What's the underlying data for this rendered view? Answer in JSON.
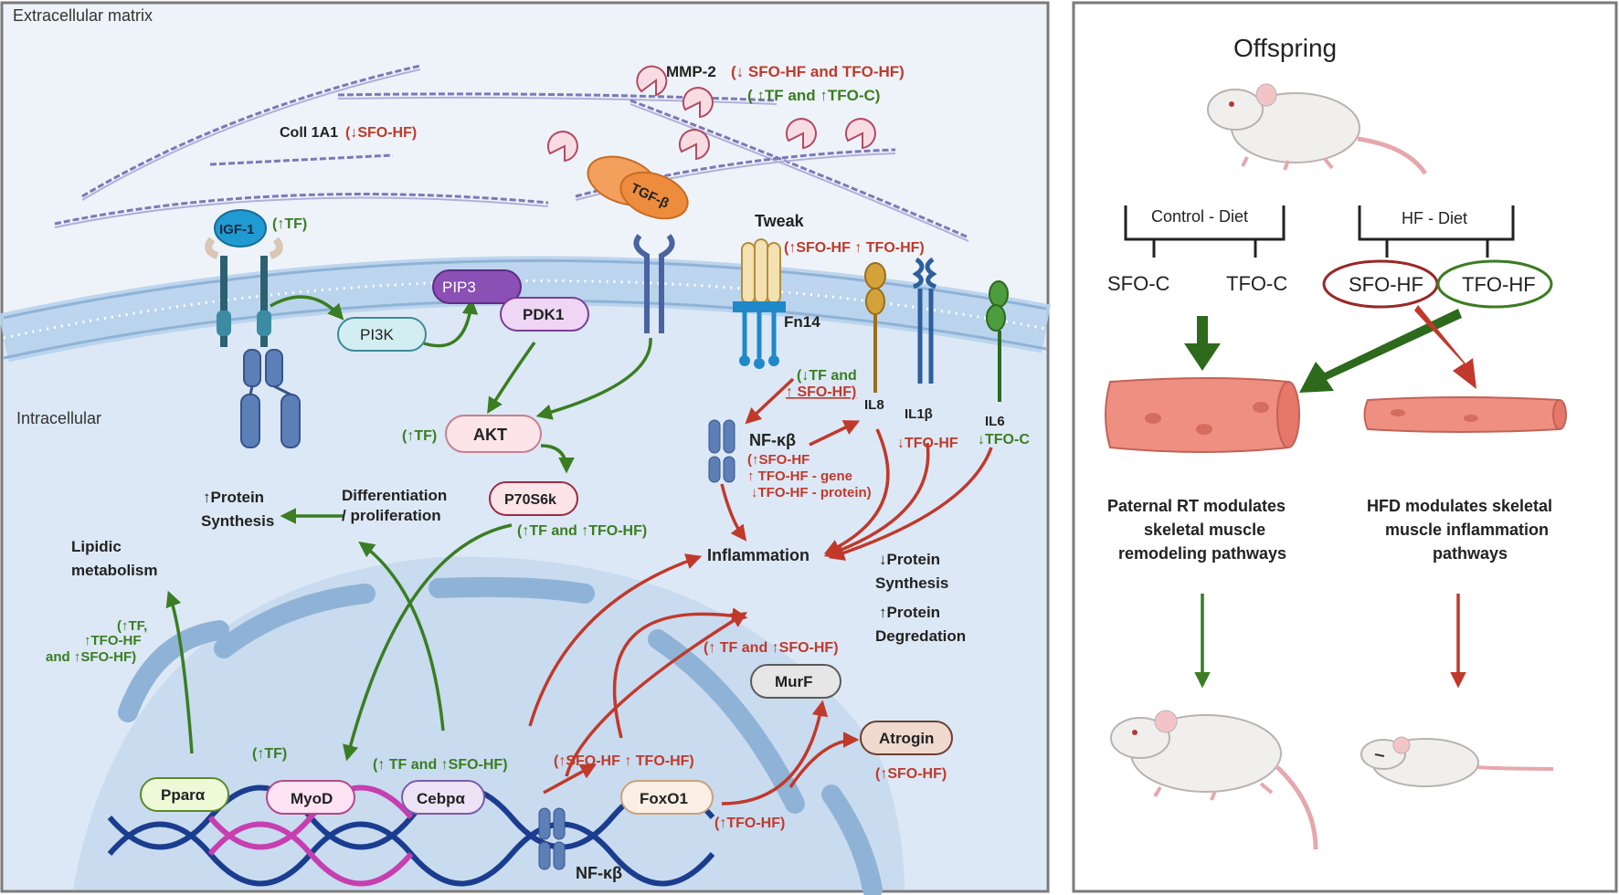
{
  "left_panel": {
    "extracellular_label": "Extracellular matrix",
    "intracellular_label": "Intracellular",
    "mmp2": {
      "name": "MMP-2",
      "note_red": "(↓ SFO-HF and TFO-HF)",
      "note_green": "( ↑TF  and  ↑TFO-C)"
    },
    "coll": {
      "name": "Coll 1A1",
      "note": "(↓SFO-HF)"
    },
    "igf": {
      "name": "IGF-1",
      "note": "(↑TF)"
    },
    "tgf": {
      "name": "TGF-β"
    },
    "tweak": {
      "name": "Tweak",
      "note": "(↑SFO-HF ↑ TFO-HF)"
    },
    "fn14": {
      "name": "Fn14"
    },
    "pi3k": "PI3K",
    "pip3": "PIP3",
    "pdk1": "PDK1",
    "akt": {
      "name": "AKT",
      "note": "(↑TF)"
    },
    "p70": {
      "name": "P70S6k",
      "note": "(↑TF and ↑TFO-HF)"
    },
    "il8": {
      "name": "IL8",
      "note_line1": "(↓TF and",
      "note_line2": "↑ SFO-HF)"
    },
    "il1b": {
      "name": "IL1β",
      "note": "↓TFO-HF"
    },
    "il6": {
      "name": "IL6",
      "note": "↓TFO-C"
    },
    "nfkb_top": {
      "name": "NF-κβ",
      "line1": "(↑SFO-HF",
      "line2": "↑ TFO-HF  - gene",
      "line3": "↓TFO-HF - protein)"
    },
    "protein_synthesis_up": {
      "line1": "↑Protein",
      "line2": "Synthesis"
    },
    "differentiation": {
      "line1": "Differentiation",
      "line2": "/ proliferation"
    },
    "lipidic": {
      "line1": "Lipidic",
      "line2": "metabolism"
    },
    "ppara_note": {
      "line1": "(↑TF,",
      "line2": "↑TFO-HF",
      "line3": "and  ↑SFO-HF)"
    },
    "inflammation": "Inflammation",
    "protein_down": {
      "line1": "↓Protein",
      "line2": "Synthesis",
      "line3": "↑Protein",
      "line4": "Degredation"
    },
    "murf": {
      "name": "MurF",
      "note": "(↑ TF and ↑SFO-HF)"
    },
    "atrogin": {
      "name": "Atrogin",
      "note": "(↑SFO-HF)"
    },
    "myod": {
      "name": "MyoD",
      "note": "(↑TF)"
    },
    "ppara": "Pparα",
    "cebpa": {
      "name": "Cebpα",
      "note": "(↑ TF and ↑SFO-HF)"
    },
    "foxo1": {
      "name": "FoxO1",
      "note_top": "(↑SFO-HF ↑ TFO-HF)",
      "note_bottom": "(↑TFO-HF)"
    },
    "nfkb_bottom": "NF-κβ"
  },
  "right_panel": {
    "title": "Offspring",
    "control_diet": "Control - Diet",
    "hf_diet": "HF - Diet",
    "groups": [
      "SFO-C",
      "TFO-C",
      "SFO-HF",
      "TFO-HF"
    ],
    "caption_left": {
      "line1": "Paternal RT modulates",
      "line2": "skeletal muscle",
      "line3": "remodeling pathways"
    },
    "caption_right": {
      "line1": "HFD  modulates skeletal",
      "line2": "muscle inflammation",
      "line3": "pathways"
    }
  },
  "colors": {
    "red": "#c0392b",
    "green": "#3a7d22",
    "membrane": "#a9c9e8",
    "cytoplasm": "#dce8f5",
    "nucleus": "#c5d8ef"
  }
}
